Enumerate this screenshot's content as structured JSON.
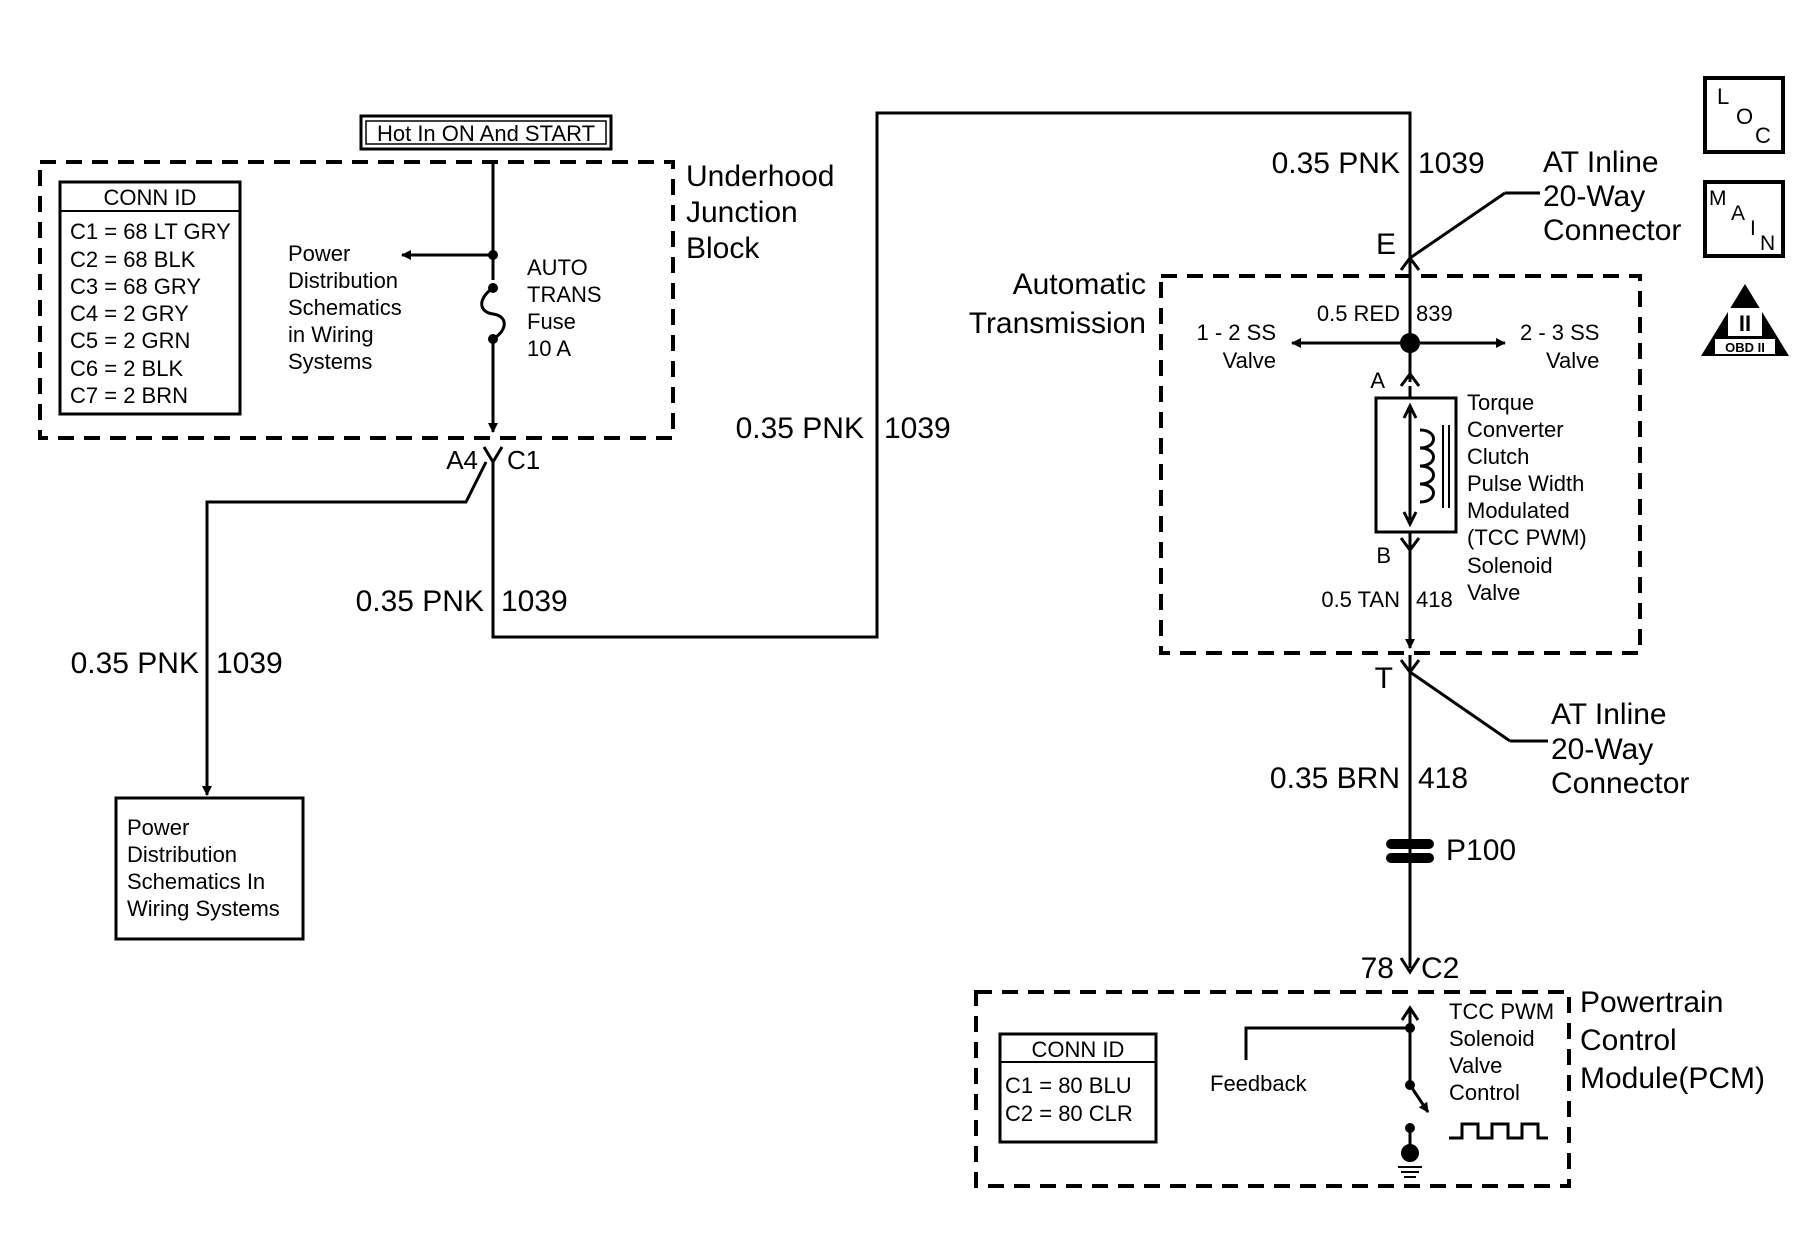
{
  "hot_label": "Hot In ON And START",
  "ujb": {
    "title_lines": [
      "Underhood",
      "Junction",
      "Block"
    ],
    "conn_id_title": "CONN ID",
    "conn_ids": [
      "C1 = 68 LT GRY",
      "C2 = 68 BLK",
      "C3 = 68 GRY",
      "C4 = 2 GRY",
      "C5 = 2 GRN",
      "C6 = 2 BLK",
      "C7 = 2 BRN"
    ],
    "power_dist_lines": [
      "Power",
      "Distribution",
      "Schematics",
      "in Wiring",
      "Systems"
    ],
    "fuse_lines": [
      "AUTO",
      "TRANS",
      "Fuse",
      "10 A"
    ],
    "pin_left": "A4",
    "pin_right": "C1"
  },
  "wires": {
    "top_mid": {
      "gauge": "0.35 PNK",
      "circuit": "1039"
    },
    "lower_mid": {
      "gauge": "0.35 PNK",
      "circuit": "1039"
    },
    "left_branch": {
      "gauge": "0.35 PNK",
      "circuit": "1039"
    },
    "top_right": {
      "gauge": "0.35 PNK",
      "circuit": "1039"
    },
    "red_839": {
      "gauge": "0.5 RED",
      "circuit": "839"
    },
    "tan_418": {
      "gauge": "0.5 TAN",
      "circuit": "418"
    },
    "brn_418": {
      "gauge": "0.35 BRN",
      "circuit": "418"
    }
  },
  "power_dist_box_lines": [
    "Power",
    "Distribution",
    "Schematics In",
    "Wiring Systems"
  ],
  "inline_top": {
    "lines": [
      "AT Inline",
      "20-Way",
      "Connector"
    ],
    "pin": "E"
  },
  "inline_bottom": {
    "lines": [
      "AT Inline",
      "20-Way",
      "Connector"
    ],
    "pin": "T"
  },
  "auto_trans": {
    "title_lines": [
      "Automatic",
      "Transmission"
    ],
    "valve_left_lines": [
      "1 - 2 SS",
      "Valve"
    ],
    "valve_right_lines": [
      "2 - 3 SS",
      "Valve"
    ],
    "pin_a": "A",
    "pin_b": "B",
    "solenoid_lines": [
      "Torque",
      "Converter",
      "Clutch",
      "Pulse Width",
      "Modulated",
      "(TCC PWM)",
      "Solenoid",
      "Valve"
    ]
  },
  "splice": "P100",
  "pcm": {
    "pin": "78",
    "connector": "C2",
    "title_lines": [
      "Powertrain",
      "Control",
      "Module(PCM)"
    ],
    "conn_id_title": "CONN ID",
    "conn_ids": [
      "C1 = 80 BLU",
      "C2 = 80 CLR"
    ],
    "feedback": "Feedback",
    "control_lines": [
      "TCC PWM",
      "Solenoid",
      "Valve",
      "Control"
    ]
  },
  "badges": {
    "loc": [
      "L",
      "O",
      "C"
    ],
    "main": [
      "M",
      "A",
      "I",
      "N"
    ],
    "obd_numeral": "II",
    "obd": "OBD II"
  }
}
